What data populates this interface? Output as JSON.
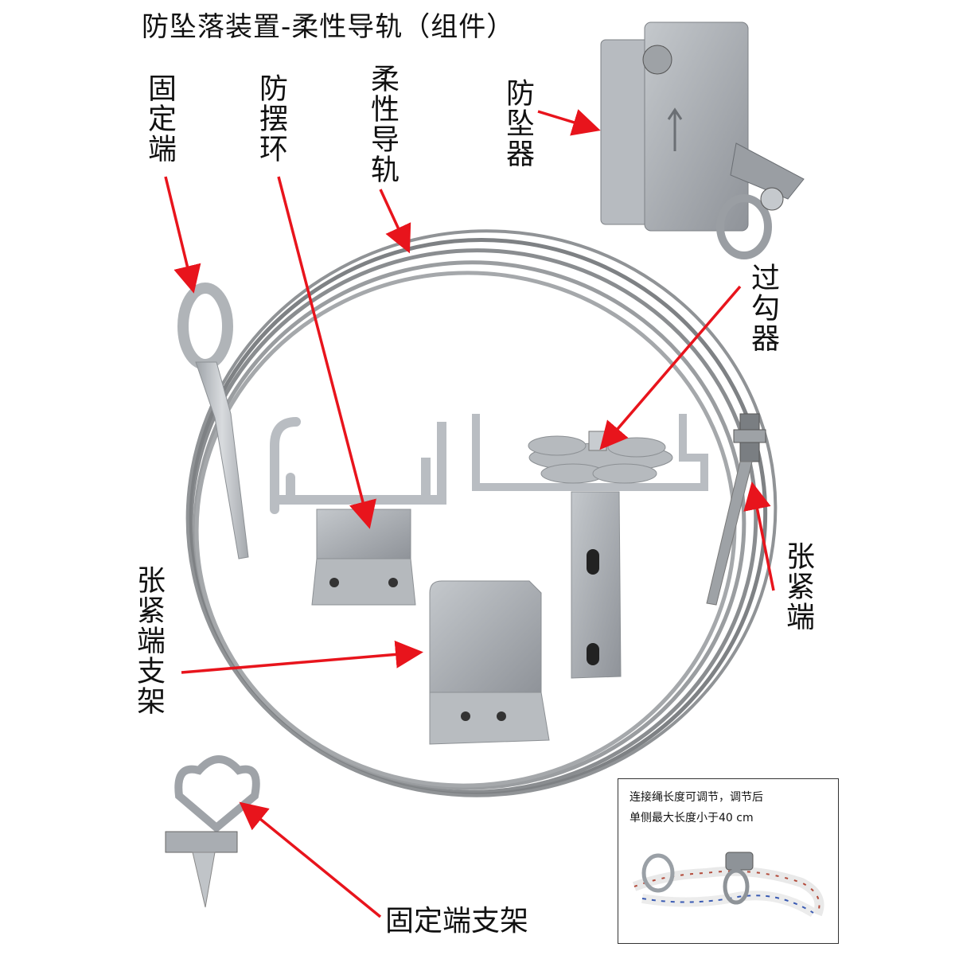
{
  "title": "防坠落装置-柔性导轨（组件）",
  "labels": {
    "fixed_end": "固定端",
    "anti_sway_ring": "防摆环",
    "flexible_rail": "柔性导轨",
    "fall_arrester": "防坠器",
    "hook_passer": "过勾器",
    "tension_end": "张紧端",
    "tension_end_bracket": "张紧端支架",
    "fixed_end_bracket": "固定端支架"
  },
  "inset": {
    "line1": "连接绳长度可调节，调节后",
    "line2": "单侧最大长度小于40 cm"
  },
  "colors": {
    "arrow": "#e8141c",
    "metal": "#b9bdc2",
    "device_body": "#a9adb3",
    "cable": "#8a8d90"
  }
}
